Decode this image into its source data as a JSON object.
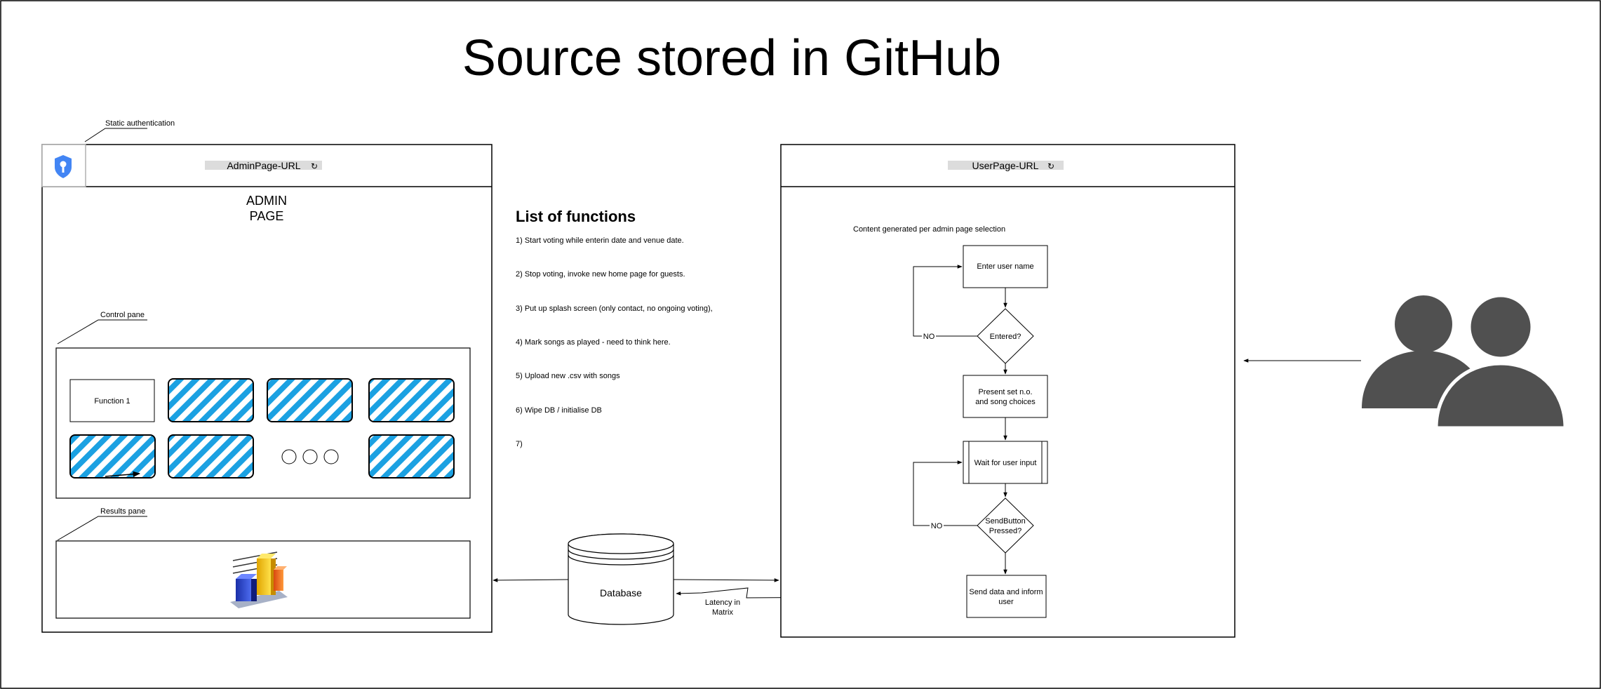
{
  "title": "Source stored in GitHub",
  "admin": {
    "auth_label": "Static authentication",
    "url": "AdminPage-URL",
    "page_title_line1": "ADMIN",
    "page_title_line2": "PAGE",
    "control_pane_label": "Control pane",
    "function1": "Function 1",
    "results_pane_label": "Results pane"
  },
  "functions": {
    "heading": "List of functions",
    "items": [
      "1) Start voting while enterin date and venue date.",
      "2) Stop voting, invoke new home page for guests.",
      "3) Put up splash screen (only contact, no ongoing voting),",
      "4) Mark songs as played - need to think here.",
      "5) Upload new .csv with songs",
      "6) Wipe DB / initialise DB",
      "7)"
    ]
  },
  "database": {
    "label": "Database",
    "latency_line1": "Latency in",
    "latency_line2": "Matrix"
  },
  "user": {
    "url": "UserPage-URL",
    "content_note": "Content generated per admin page selection",
    "enter_name": "Enter user name",
    "entered": "Entered?",
    "no1": "NO",
    "present_line1": "Present set n.o.",
    "present_line2": "and song choices",
    "wait": "Wait for user input",
    "send_line1": "SendButton",
    "send_line2": "Pressed?",
    "no2": "NO",
    "senddata_line1": "Send data and inform",
    "senddata_line2": "user"
  },
  "colors": {
    "hatch_blue": "#1ba1e2",
    "shield_blue": "#4285f4",
    "users_gray": "#505050"
  }
}
